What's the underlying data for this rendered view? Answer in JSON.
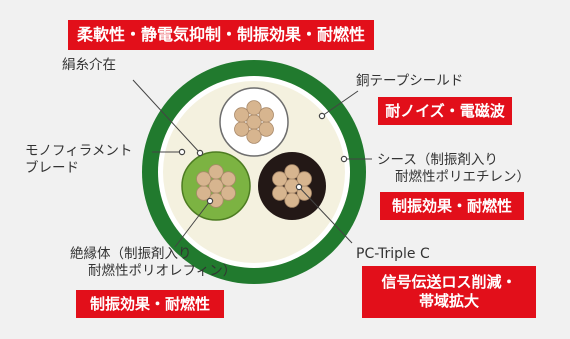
{
  "title_badge": "柔軟性・静電気抑制・制振効果・耐燃性",
  "labels": {
    "silk_filler": "絹糸介在",
    "copper_tape_shield": "銅テープシールド",
    "monofilament_line1": "モノフィラメント",
    "monofilament_line2": "ブレード",
    "sheath_line1": "シース（制振剤入り",
    "sheath_line2": "耐燃性ポリエチレン）",
    "insulator_line1": "絶縁体（制振剤入り",
    "insulator_line2": "耐燃性ポリオレフィン）",
    "conductor": "PC-Triple C"
  },
  "badges": {
    "shield": "耐ノイズ・電磁波",
    "sheath": "制振効果・耐燃性",
    "insulator": "制振効果・耐燃性",
    "conductor_line1": "信号伝送ロス削減・",
    "conductor_line2": "帯域拡大"
  },
  "colors": {
    "accent_red": "#e20f1a",
    "sheath_green": "#217a2e",
    "core_green": "#7cb342",
    "core_black": "#231816",
    "strand_copper": "#d7b58f"
  }
}
